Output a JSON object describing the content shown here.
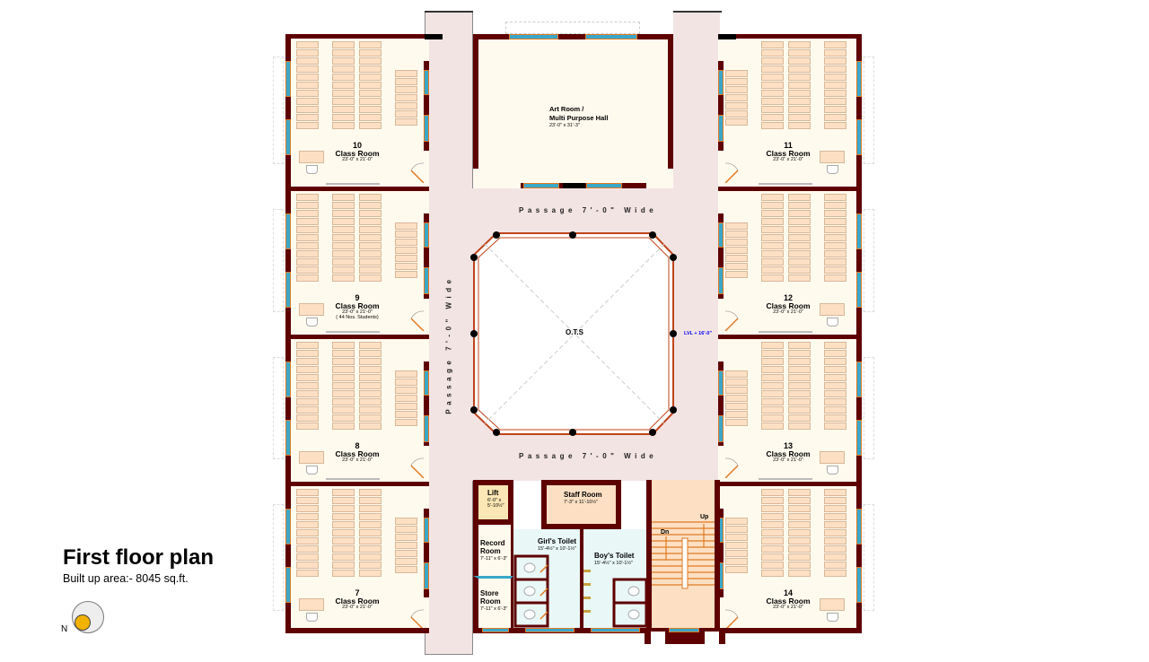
{
  "title": "First floor plan",
  "built_up_area": "Built up area:- 8045 sq.ft.",
  "north_label": "N",
  "classrooms_left": [
    {
      "number": "10",
      "name": "Class Room",
      "dims": "23'-0\" x 21'-0\"",
      "note": ""
    },
    {
      "number": "9",
      "name": "Class Room",
      "dims": "23'-0\" x 21'-0\"",
      "note": "( 44 Nos. Students)"
    },
    {
      "number": "8",
      "name": "Class Room",
      "dims": "23'-0\" x 21'-0\"",
      "note": ""
    },
    {
      "number": "7",
      "name": "Class Room",
      "dims": "23'-0\" x 21'-0\"",
      "note": ""
    }
  ],
  "classrooms_right": [
    {
      "number": "11",
      "name": "Class Room",
      "dims": "23'-0\" x 21'-0\"",
      "note": ""
    },
    {
      "number": "12",
      "name": "Class Room",
      "dims": "23'-0\" x 21'-0\"",
      "note": ""
    },
    {
      "number": "13",
      "name": "Class Room",
      "dims": "23'-0\" x 21'-0\"",
      "note": ""
    },
    {
      "number": "14",
      "name": "Class Room",
      "dims": "23'-0\" x 21'-0\"",
      "note": ""
    }
  ],
  "art_room": {
    "name_line1": "Art Room /",
    "name_line2": "Multi Purpose Hall",
    "dims": "23'-0\" x 31'-3\""
  },
  "passages": {
    "top": "Passage 7'-0\" Wide",
    "bottom": "Passage 7'-0\" Wide",
    "left": "Passage 7'-0\" Wide"
  },
  "ots": {
    "label": "O.T.S",
    "level": "LVL + 16'-0\""
  },
  "lift": {
    "name": "Lift",
    "dims_line1": "6'-0\" x",
    "dims_line2": "5'-10½\""
  },
  "staff_room": {
    "name": "Staff Room",
    "dims": "7'-3\" x 11'-10½\""
  },
  "record_room": {
    "name_line1": "Record",
    "name_line2": "Room",
    "dims": "7'-11\" x 6'-3\""
  },
  "store_room": {
    "name_line1": "Store",
    "name_line2": "Room",
    "dims": "7'-11\" x 6'-3\""
  },
  "girls_toilet": {
    "name": "Girl's Toilet",
    "dims": "15'-4½\" x 10'-1½\""
  },
  "boys_toilet": {
    "name": "Boy's Toilet",
    "dims": "15'-4½\" x 10'-1½\""
  },
  "stairs": {
    "down": "Dn",
    "up": "Up"
  },
  "colors": {
    "wall": "#5e0000",
    "room": "#fffaee",
    "passage": "#f3e4e4",
    "toilet": "#e9f7f7",
    "desk": "#fde0c4",
    "stair": "#e07a22",
    "window": "#3aa7c9",
    "level_text": "#0000ee"
  }
}
